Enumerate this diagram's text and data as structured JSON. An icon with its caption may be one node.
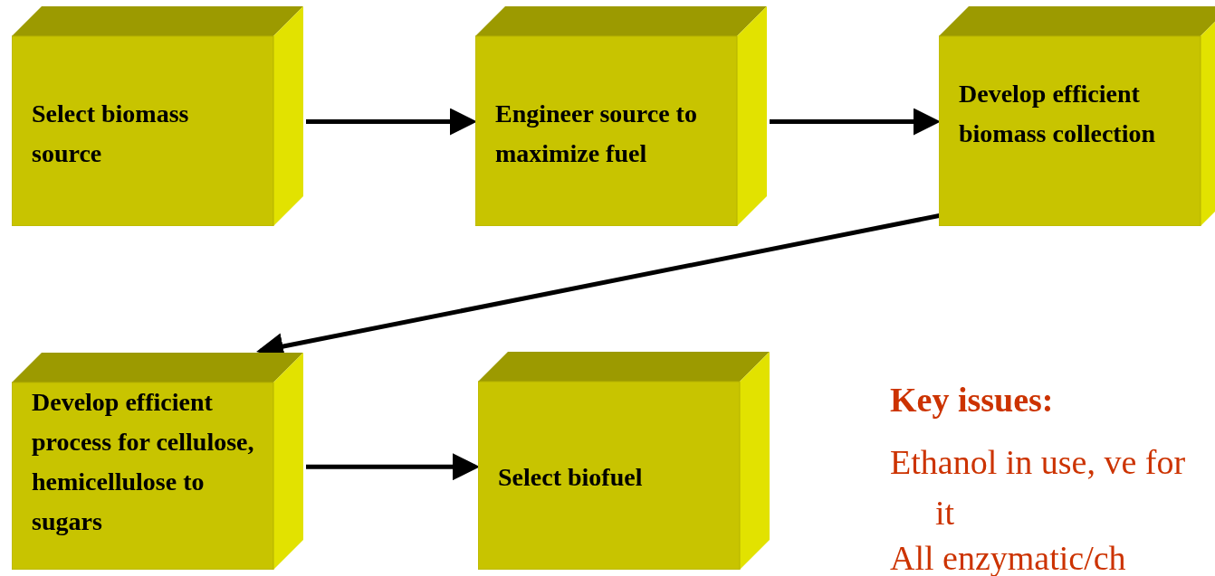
{
  "diagram": {
    "nodes": [
      {
        "text": [
          "Select biomass source"
        ]
      },
      {
        "text": [
          "Engineer source to maximize fuel"
        ]
      },
      {
        "text": [
          "Develop efficient biomass collection"
        ]
      },
      {
        "text": [
          "Develop efficient process for cellulose, hemicellulose to sugars"
        ]
      },
      {
        "text": [
          "Select biofuel"
        ]
      }
    ],
    "edges": [
      {
        "from": 0,
        "to": 1,
        "arrow": "to"
      },
      {
        "from": 1,
        "to": 2,
        "arrow": "to"
      },
      {
        "from": 2,
        "to": 3,
        "arrow": "to"
      },
      {
        "from": 3,
        "to": 4,
        "arrow": "to"
      }
    ],
    "labels": [
      "Key issues:",
      "Ethanol in use, ve for it",
      "All enzymatic/ch"
    ]
  }
}
